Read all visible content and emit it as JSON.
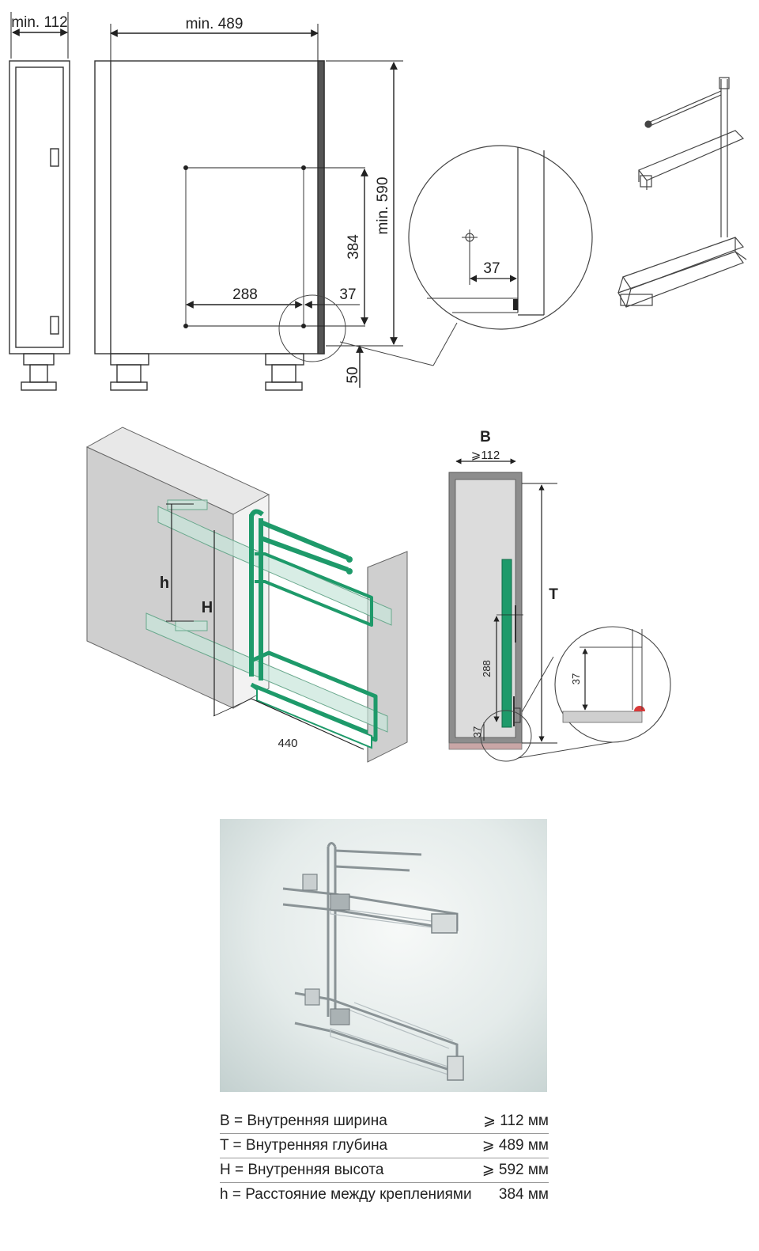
{
  "top_drawing": {
    "min_width": "min. 112",
    "min_depth": "min. 489",
    "min_height": "min. 590",
    "mount_spacing": "384",
    "hole_distance": "288",
    "edge_offset": "37",
    "leg_height": "50",
    "detail_offset": "37"
  },
  "iso_drawing": {
    "label_h": "h",
    "label_H": "H",
    "depth": "440"
  },
  "front_drawing": {
    "label_B": "B",
    "width_min": "⩾112",
    "label_T": "T",
    "hole_distance": "288",
    "bottom_offset": "37",
    "detail_offset": "37"
  },
  "specs": [
    {
      "label": "B = Внутренняя ширина",
      "value": "⩾ 112 мм"
    },
    {
      "label": "T = Внутренняя глубина",
      "value": "⩾ 489 мм"
    },
    {
      "label": "H = Внутренняя высота",
      "value": "⩾ 592 мм"
    },
    {
      "label": "h = Расстояние между креплениями",
      "value": "384 мм"
    }
  ],
  "colors": {
    "frame_green": "#1e9a6a",
    "panel_gray": "#cfcfcf",
    "line": "#222222"
  }
}
